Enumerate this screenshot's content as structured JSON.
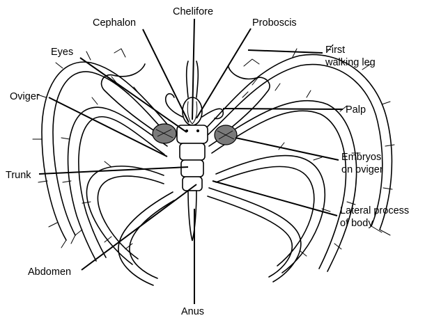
{
  "diagram": {
    "labels": {
      "chelifore": "Chelifore",
      "cephalon": "Cephalon",
      "proboscis": "Proboscis",
      "eyes": "Eyes",
      "first_walking_leg_line1": "First",
      "first_walking_leg_line2": "walking leg",
      "oviger": "Oviger",
      "palp": "Palp",
      "embryos_line1": "Embryos",
      "embryos_line2": "on oviger",
      "trunk": "Trunk",
      "lateral_process_line1": "Lateral process",
      "lateral_process_line2": "of body",
      "abdomen": "Abdomen",
      "anus": "Anus"
    }
  }
}
